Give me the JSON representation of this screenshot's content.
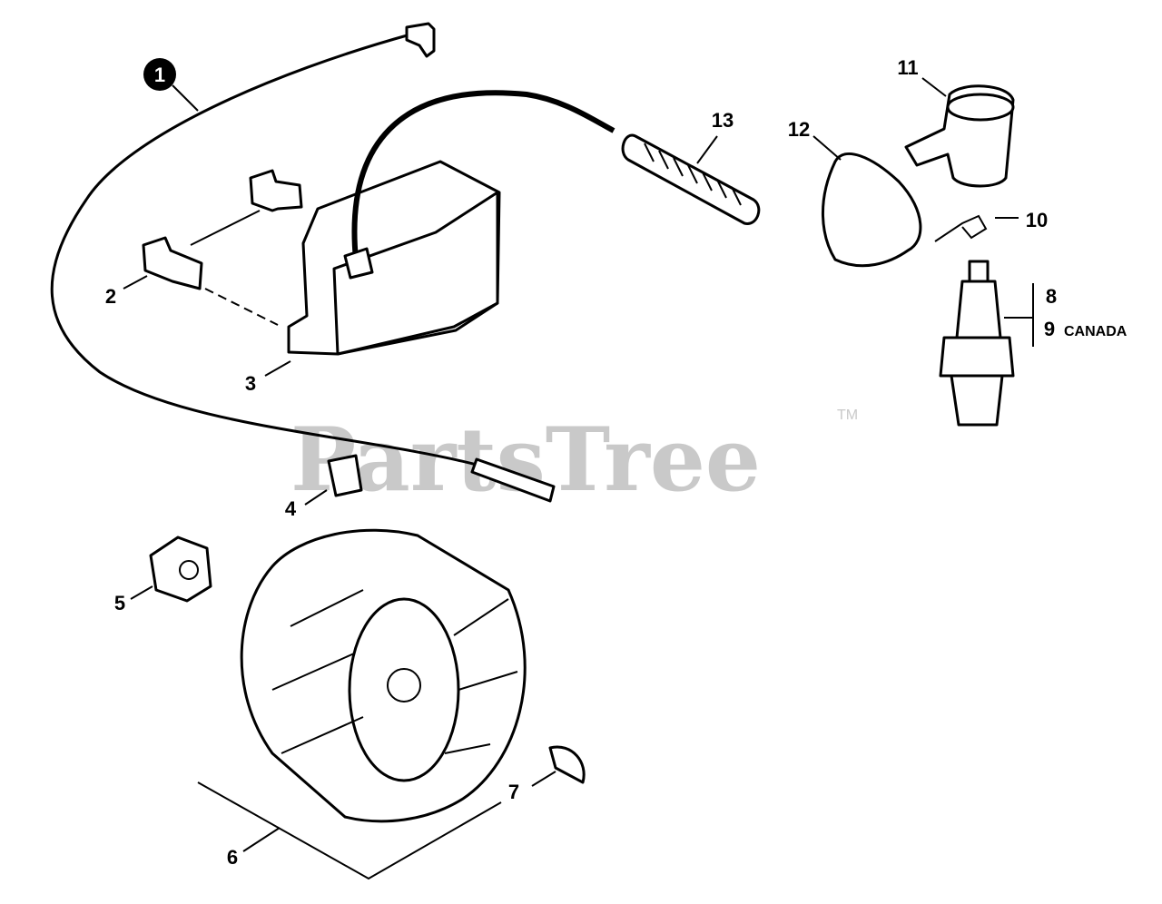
{
  "watermark": {
    "text": "PartsTree",
    "trademark": "TM"
  },
  "callouts": [
    {
      "id": "1",
      "label": "1"
    },
    {
      "id": "2",
      "label": "2"
    },
    {
      "id": "3",
      "label": "3"
    },
    {
      "id": "4",
      "label": "4"
    },
    {
      "id": "5",
      "label": "5"
    },
    {
      "id": "6",
      "label": "6"
    },
    {
      "id": "7",
      "label": "7"
    },
    {
      "id": "8",
      "label": "8"
    },
    {
      "id": "9",
      "label": "9"
    },
    {
      "id": "10",
      "label": "10"
    },
    {
      "id": "11",
      "label": "11"
    },
    {
      "id": "12",
      "label": "12"
    },
    {
      "id": "13",
      "label": "13"
    }
  ],
  "notes": {
    "canada": "CANADA"
  }
}
